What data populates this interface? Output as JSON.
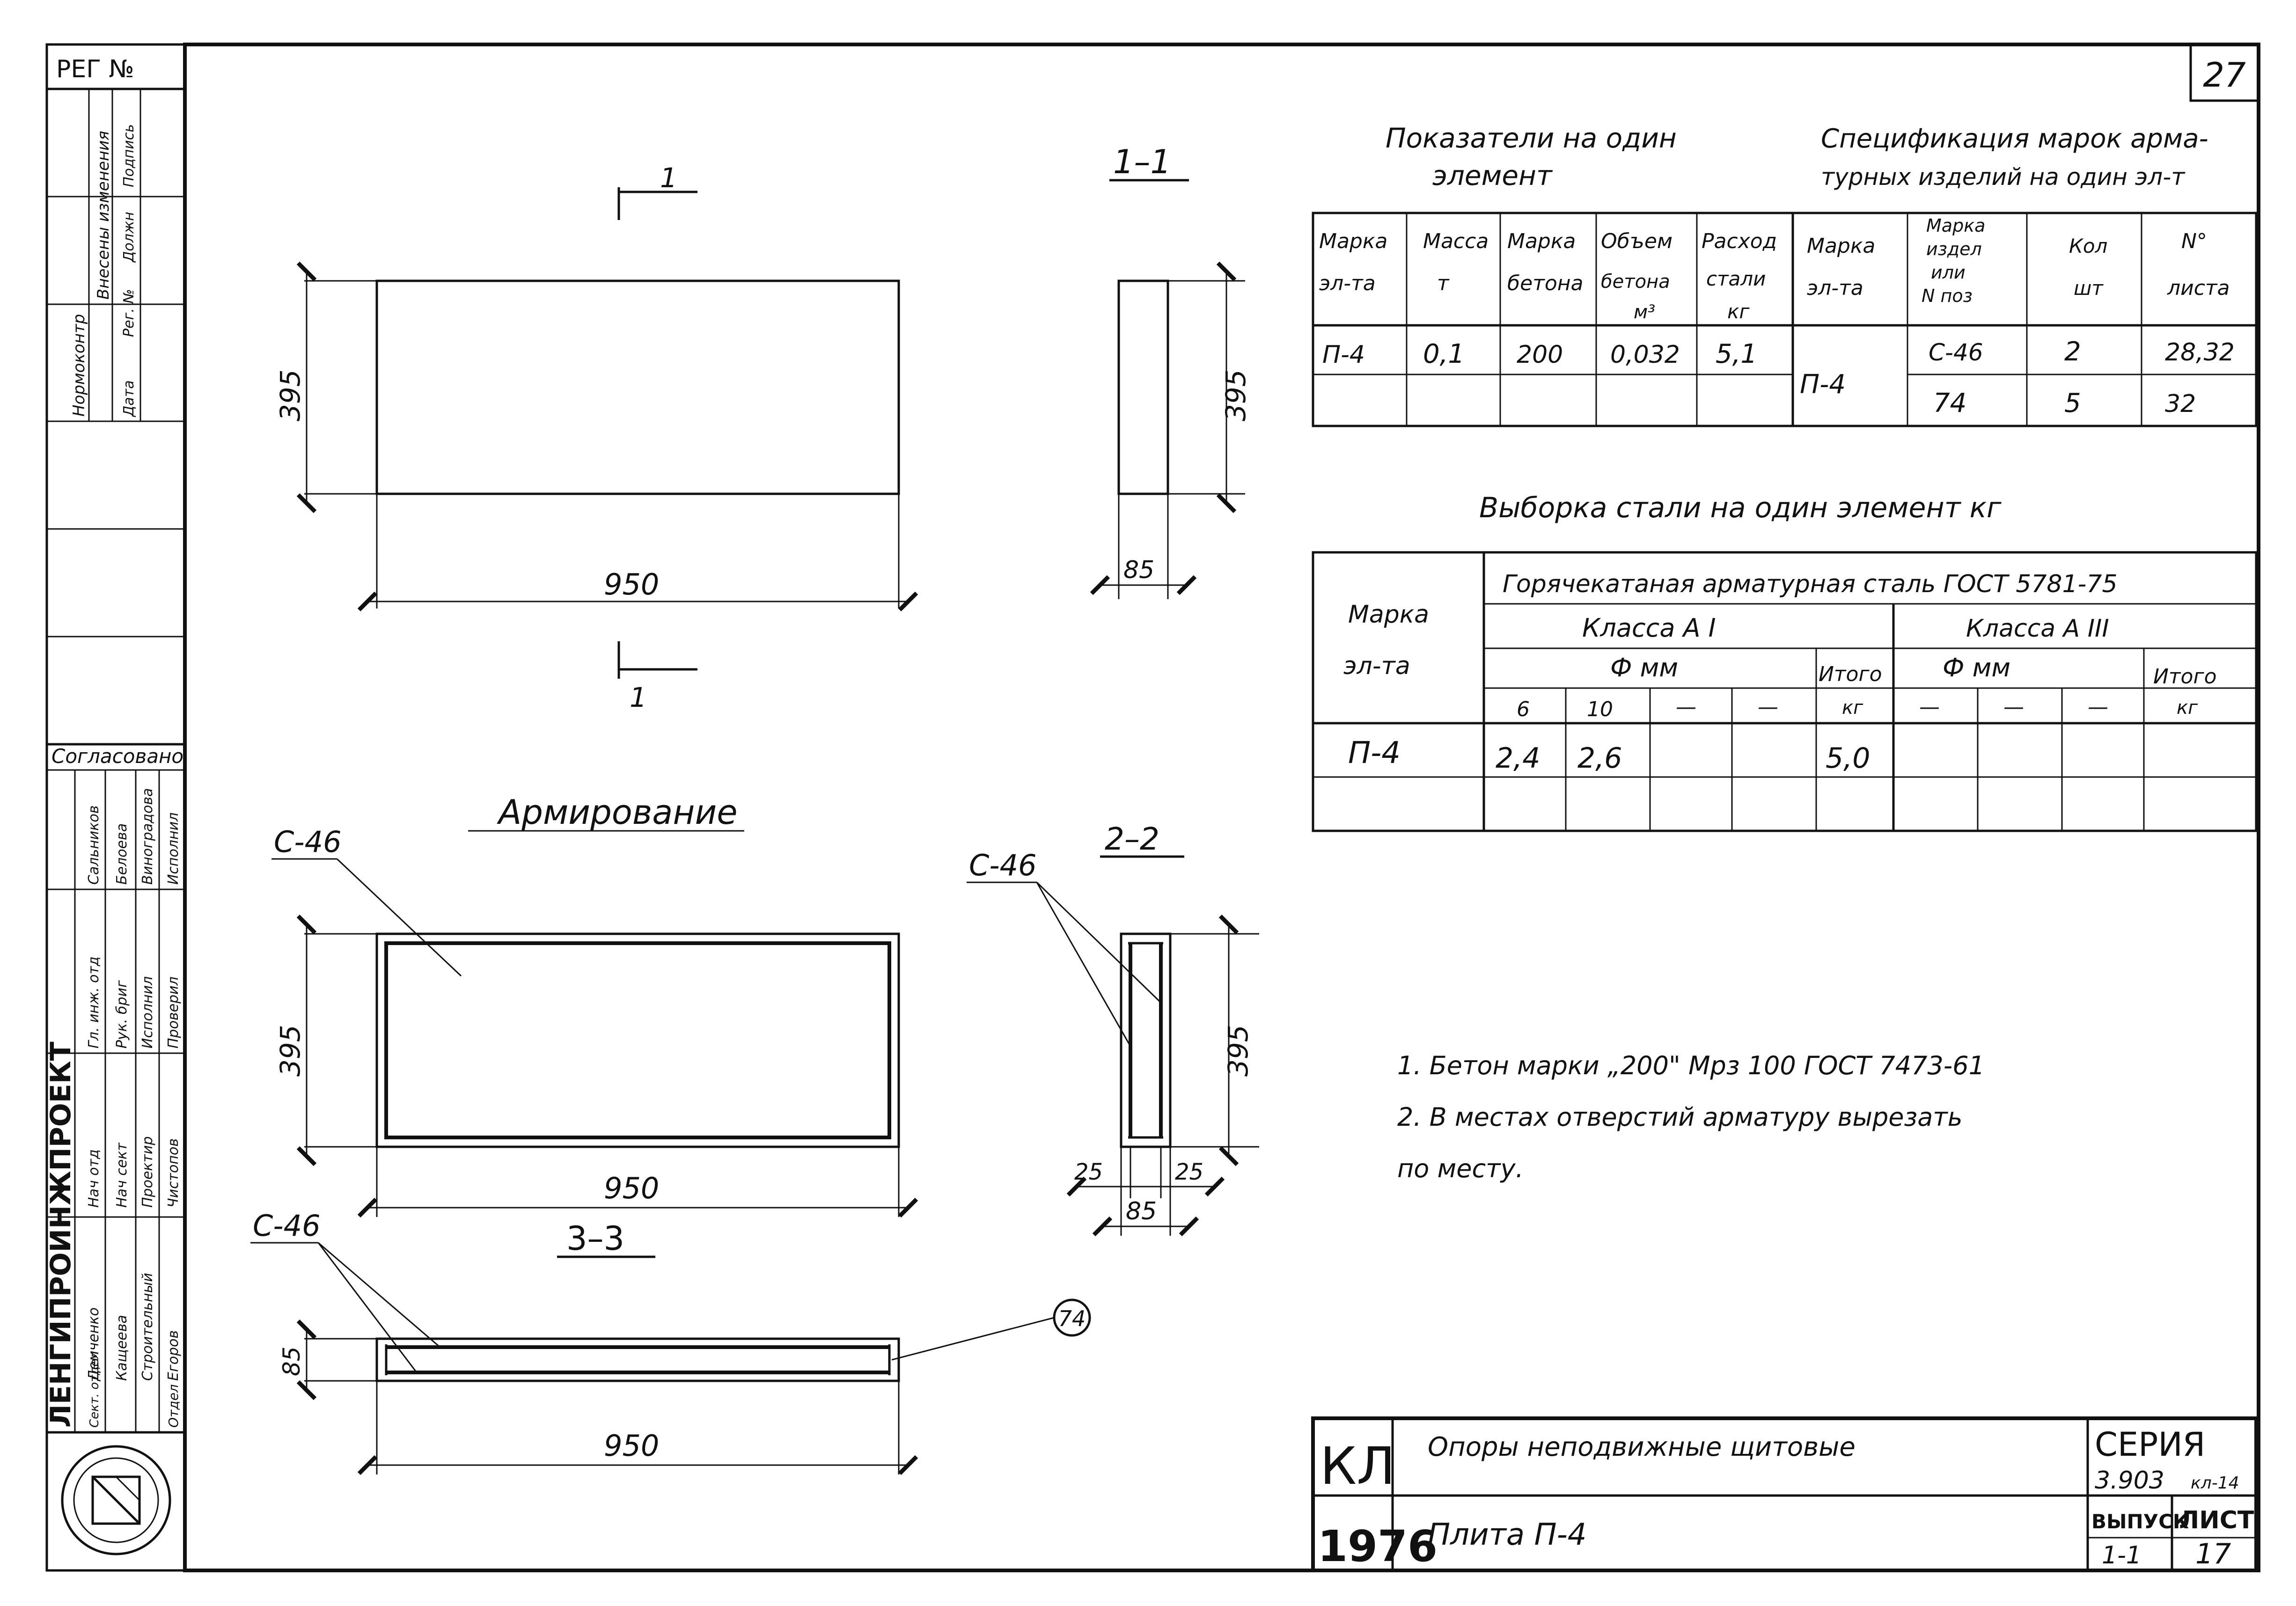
{
  "sheet": {
    "page_number": "27",
    "reg_label": "РЕГ №"
  },
  "side_stamp": {
    "vertical_labels": [
      "Внесены изменения",
      "Дата",
      "Рег. №",
      "Должн",
      "Подпись"
    ],
    "nomenclature": "Нормоконтр",
    "agreed": "Согласовано",
    "org": "ЛЕНГИПРОИНЖПРОЕКТ",
    "roles": [
      "Нач отд",
      "Гл. инж. отд",
      "Нач сект",
      "Рук. бриг",
      "Проектир",
      "Исполнил",
      "Проверил"
    ],
    "names": [
      "Демченко",
      "Кащеева",
      "Строительный",
      "Егоров",
      "Сальников",
      "Белоева",
      "Виноградова",
      "Исполнил",
      "Чистопов"
    ],
    "dept": [
      "Отдел",
      "Сект. отдел"
    ]
  },
  "views": {
    "plan": {
      "section_mark": "1",
      "dim_height": "395",
      "dim_width": "950"
    },
    "section_1": {
      "title": "1–1",
      "dim_height": "395",
      "dim_width": "85"
    },
    "reinforcement": {
      "title": "Армирование",
      "mark": "С-46",
      "dim_height": "395",
      "dim_width": "950"
    },
    "section_2": {
      "title": "2–2",
      "mark": "С-46",
      "dim_height": "395",
      "dim_cover_left": "25",
      "dim_cover_right": "25",
      "dim_width": "85"
    },
    "section_3": {
      "title": "3–3",
      "mark": "С-46",
      "item_bubble": "74",
      "dim_height": "85",
      "dim_width": "950"
    }
  },
  "table_indicators": {
    "title_line1": "Показатели на один",
    "title_line2": "элемент",
    "headers": [
      [
        "Марка",
        "эл-та"
      ],
      [
        "Масса",
        "т"
      ],
      [
        "Марка",
        "бетона"
      ],
      [
        "Объем",
        "бетона",
        "м³"
      ],
      [
        "Расход",
        "стали",
        "кг"
      ]
    ],
    "rows": [
      [
        "П-4",
        "0,1",
        "200",
        "0,032",
        "5,1"
      ]
    ]
  },
  "table_spec": {
    "title_line1": "Спецификация марок арма-",
    "title_line2": "турных изделий на один эл-т",
    "headers": [
      [
        "Марка",
        "эл-та"
      ],
      [
        "Марка",
        "издел",
        "или",
        "N поз"
      ],
      [
        "Кол",
        "шт"
      ],
      [
        "N°",
        "листа"
      ]
    ],
    "element": "П-4",
    "rows": [
      [
        "С-46",
        "2",
        "28,32"
      ],
      [
        "74",
        "5",
        "32"
      ]
    ]
  },
  "table_steel": {
    "title": "Выборка стали на один элемент кг",
    "header_mark": [
      "Марка",
      "эл-та"
    ],
    "header_group": "Горячекатаная арматурная сталь ГОСТ 5781-75",
    "class_a1": "Класса А I",
    "class_a3": "Класса А III",
    "diam_label": "Ф мм",
    "total_label": "Итого",
    "unit": "кг",
    "diam_a1": [
      "6",
      "10",
      "—",
      "—"
    ],
    "diam_a3": [
      "—",
      "—",
      "—"
    ],
    "row": {
      "mark": "П-4",
      "d6": "2,4",
      "d10": "2,6",
      "total": "5,0"
    }
  },
  "notes": [
    "1. Бетон марки „200\" Мрз 100 ГОСТ 7473-61",
    "2. В местах отверстий арматуру вырезать",
    "по месту."
  ],
  "title_block": {
    "code": "КЛ",
    "year": "1976",
    "title": "Опоры неподвижные щитовые",
    "subtitle": "Плита П-4",
    "series_label": "СЕРИЯ",
    "series_value": "3.903",
    "series_suffix": "кл-14",
    "issue_label": "ВЫПУСК",
    "issue_value": "1-1",
    "sheet_label": "ЛИСТ",
    "sheet_value": "17"
  }
}
